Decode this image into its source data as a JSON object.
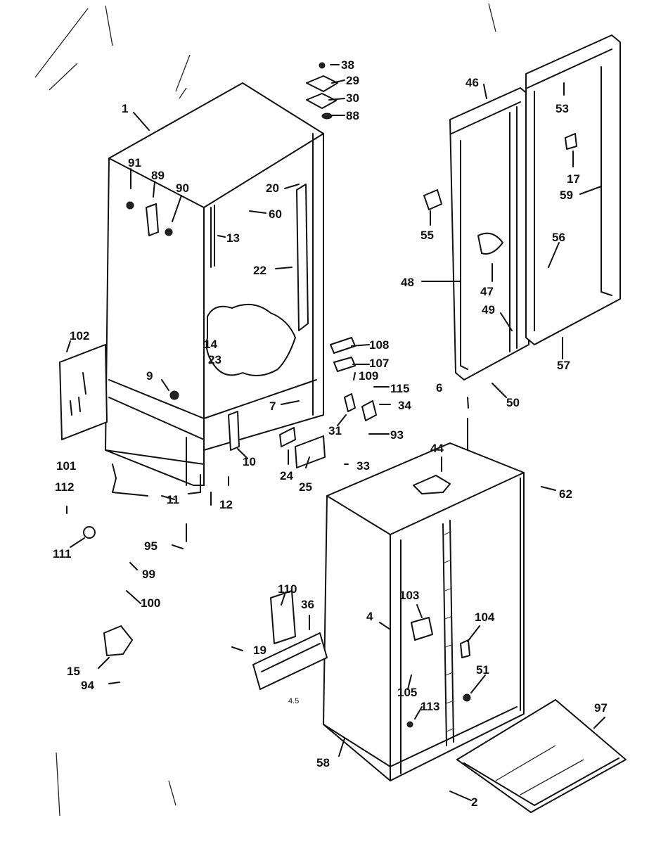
{
  "labels": {
    "l1": "1",
    "l2": "2",
    "l4": "4",
    "l6": "6",
    "l7": "7",
    "l9": "9",
    "l10": "10",
    "l11": "11",
    "l12": "12",
    "l13": "13",
    "l14": "14",
    "l15": "15",
    "l17": "17",
    "l19": "19",
    "l20": "20",
    "l22": "22",
    "l23": "23",
    "l24": "24",
    "l25": "25",
    "l29": "29",
    "l30": "30",
    "l31": "31",
    "l33": "33",
    "l34": "34",
    "l36": "36",
    "l38": "38",
    "l44": "44",
    "l46": "46",
    "l47": "47",
    "l48": "48",
    "l49": "49",
    "l50": "50",
    "l51": "51",
    "l53": "53",
    "l55": "55",
    "l56": "56",
    "l57": "57",
    "l58": "58",
    "l59": "59",
    "l60": "60",
    "l62": "62",
    "l88": "88",
    "l89": "89",
    "l90": "90",
    "l91": "91",
    "l93": "93",
    "l94": "94",
    "l95": "95",
    "l97": "97",
    "l99": "99",
    "l100": "100",
    "l101": "101",
    "l102": "102",
    "l103": "103",
    "l104": "104",
    "l105": "105",
    "l107": "107",
    "l108": "108",
    "l109": "109",
    "l110": "110",
    "l111": "111",
    "l112": "112",
    "l113": "113",
    "l115": "115",
    "small_mark": "4.5"
  }
}
